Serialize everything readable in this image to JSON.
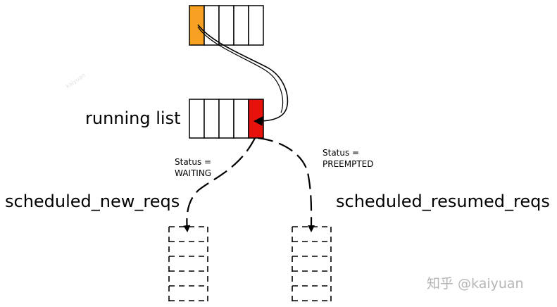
{
  "labels": {
    "running_list": "running list",
    "new_reqs": "scheduled_new_reqs",
    "resumed_reqs": "scheduled_resumed_reqs",
    "waiting_status_line1": "Status =",
    "waiting_status_line2": "WAITING",
    "preempted_status_line1": "Status =",
    "preempted_status_line2": "PREEMPTED"
  },
  "watermark": {
    "text": "知乎 @kaiyuan",
    "faint_text": "kaiyuan"
  },
  "colors": {
    "highlight_orange": "#f7a021",
    "highlight_red": "#e8120c",
    "stroke": "#000000"
  }
}
